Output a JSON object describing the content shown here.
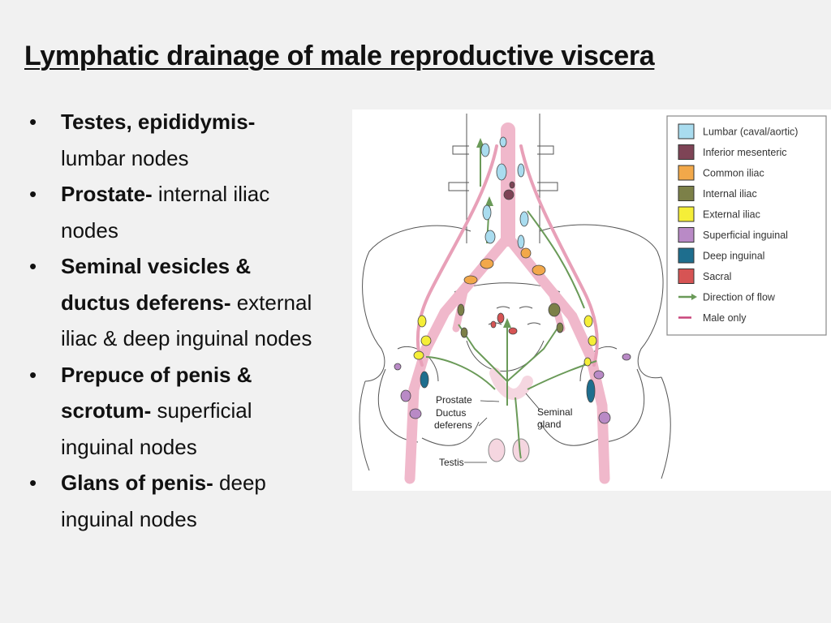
{
  "title": "Lymphatic drainage of male reproductive viscera",
  "bullets": [
    {
      "bold": "Testes, epididymis-",
      "text": " lumbar nodes"
    },
    {
      "bold": "Prostate-",
      "text": " internal iliac nodes"
    },
    {
      "bold": "Seminal vesicles & ductus deferens-",
      "text": " external iliac & deep inguinal nodes"
    },
    {
      "bold": "Prepuce of penis & scrotum-",
      "text": " superficial inguinal nodes"
    },
    {
      "bold": "Glans of penis-",
      "text": " deep inguinal nodes"
    }
  ],
  "bullet_symbol": "•",
  "figure": {
    "labels": {
      "prostate": "Prostate",
      "ductus": "Ductus",
      "deferens": "deferens",
      "seminal": "Seminal",
      "gland": "gland",
      "testis": "Testis"
    },
    "legend": [
      {
        "label": "Lumbar (caval/aortic)",
        "color": "#a9dcef"
      },
      {
        "label": "Inferior mesenteric",
        "color": "#7e4456"
      },
      {
        "label": "Common iliac",
        "color": "#f2a84a"
      },
      {
        "label": "Internal iliac",
        "color": "#7c8048"
      },
      {
        "label": "External iliac",
        "color": "#f5ee38"
      },
      {
        "label": "Superficial inguinal",
        "color": "#b98ac6"
      },
      {
        "label": "Deep inguinal",
        "color": "#1e6e8e"
      },
      {
        "label": "Sacral",
        "color": "#d65454"
      },
      {
        "label": "Direction of flow",
        "color": "#6a9a58"
      },
      {
        "label": "Male only",
        "color": "#c8457a"
      }
    ]
  }
}
